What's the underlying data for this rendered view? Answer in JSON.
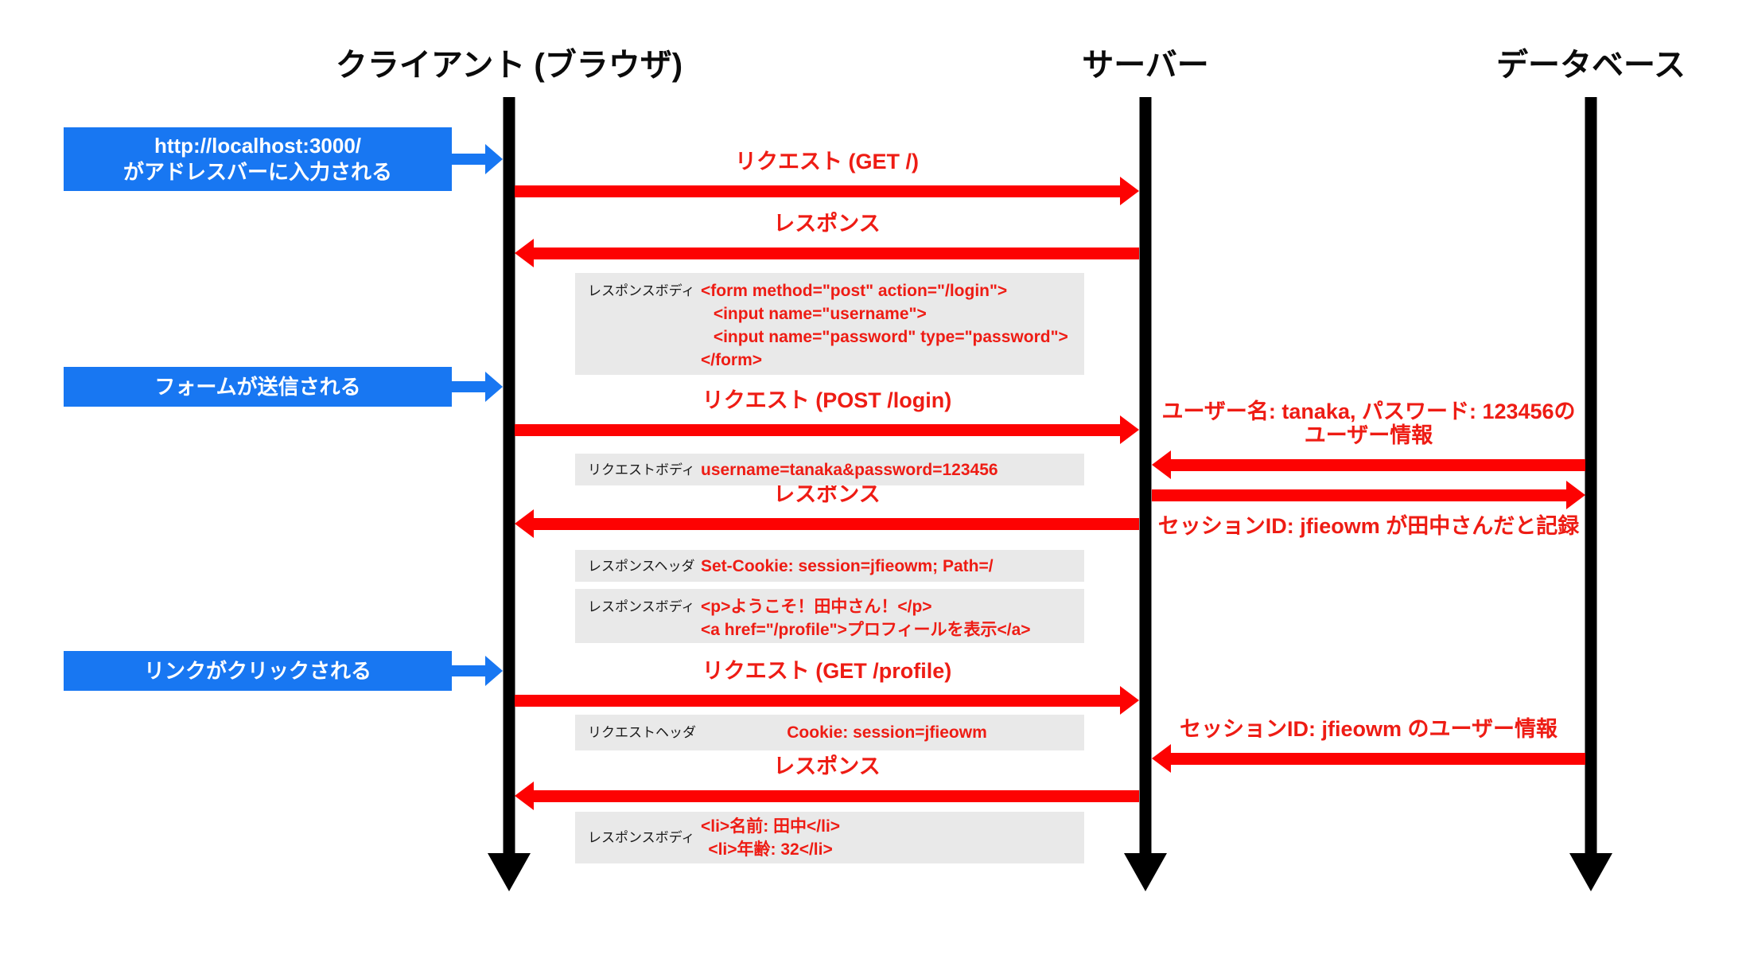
{
  "diagram": {
    "actors": [
      {
        "name": "クライアント (ブラウザ)"
      },
      {
        "name": "サーバー"
      },
      {
        "name": "データベース"
      }
    ],
    "events": [
      {
        "text_line1": "http://localhost:3000/",
        "text_line2": "がアドレスバーに入力される"
      },
      {
        "text": "フォームが送信される"
      },
      {
        "text": "リンクがクリックされる"
      }
    ],
    "messages": [
      {
        "label": "リクエスト (GET /)",
        "direction": "right"
      },
      {
        "label": "レスポンス",
        "direction": "left"
      },
      {
        "label": "リクエスト (POST /login)",
        "direction": "right"
      },
      {
        "label": "レスポンス",
        "direction": "left"
      },
      {
        "label": "リクエスト (GET /profile)",
        "direction": "right"
      },
      {
        "label": "レスポンス",
        "direction": "left"
      }
    ],
    "db_messages": [
      {
        "label_line1": "ユーザー名: tanaka, パスワード: 123456の",
        "label_line2": "ユーザー情報",
        "direction": "left"
      },
      {
        "label": "セッションID: jfieowm が田中さんだと記録",
        "direction": "right",
        "label_position": "below"
      },
      {
        "label": "セッションID: jfieowm のユーザー情報",
        "direction": "left"
      }
    ],
    "payloads": [
      {
        "label": "レスポンスボディ",
        "code": [
          "<form method=\"post\" action=\"/login\">",
          " <input name=\"username\">",
          " <input name=\"password\" type=\"password\">",
          "</form>"
        ]
      },
      {
        "label": "リクエストボディ",
        "code": [
          "username=tanaka&password=123456"
        ]
      },
      {
        "label": "レスポンスヘッダ",
        "code": [
          "Set-Cookie: session=jfieowm; Path=/"
        ]
      },
      {
        "label": "レスポンスボディ",
        "code": [
          "<p>ようこそ！田中さん！</p>",
          "<a href=\"/profile\">プロフィールを表示</a>"
        ]
      },
      {
        "label": "リクエストヘッダ",
        "code": [
          "Cookie: session=jfieowm"
        ]
      },
      {
        "label": "レスポンスボディ",
        "code": [
          "<li>名前: 田中</li>",
          "<li>年齢: 32</li>"
        ]
      }
    ],
    "colors": {
      "arrow_red": "#fd0202",
      "label_red": "#ee1c14",
      "event_blue": "#1877F2",
      "payload_gray": "#e9e9e9",
      "lifeline_black": "#000000"
    }
  }
}
